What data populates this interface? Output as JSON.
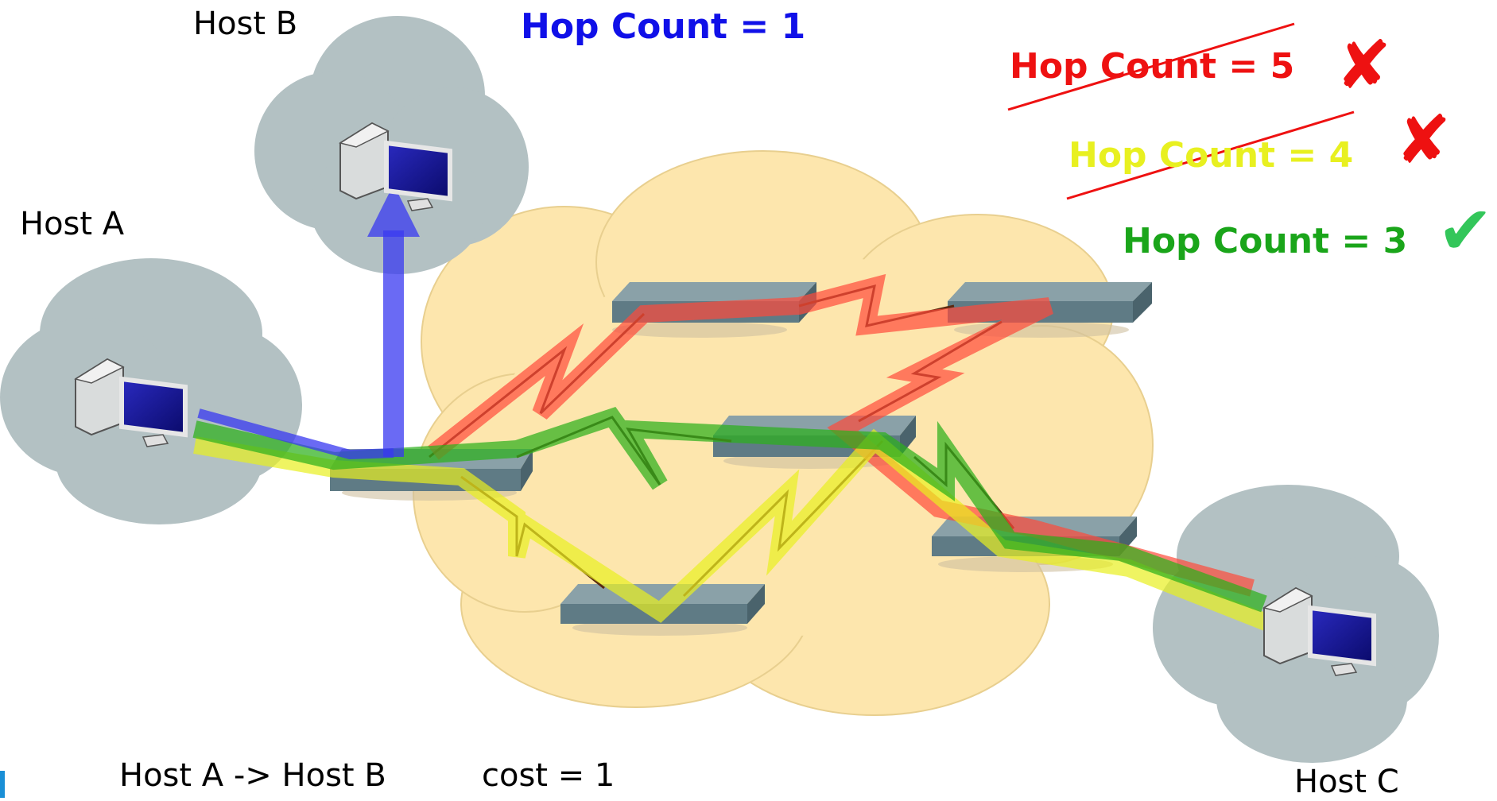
{
  "hosts": {
    "host_a": "Host A",
    "host_b": "Host B",
    "host_c": "Host C"
  },
  "hop_counts": {
    "blue": "Hop Count = 1",
    "red": "Hop Count = 5",
    "yellow": "Hop Count = 4",
    "green": "Hop Count = 3"
  },
  "marks": {
    "red_mark": "✘",
    "yellow_mark": "✘",
    "green_mark": "✔"
  },
  "footer": {
    "route": "Host A -> Host B",
    "cost": "cost = 1"
  },
  "colors": {
    "blue": "#1010e8",
    "red": "#ee1111",
    "yellow": "#e8f020",
    "green": "#1aa51a",
    "check": "#33c65a",
    "cloud_network": "#fde6ad",
    "cloud_host": "#b3c1c3",
    "switch": "#5f7b85"
  }
}
